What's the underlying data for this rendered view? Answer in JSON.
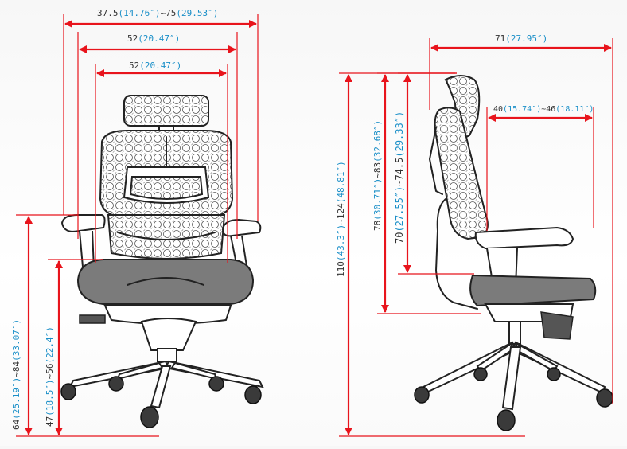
{
  "front": {
    "overall_width": {
      "metric": "37.5",
      "imperial_open": "(14.76″)",
      "sep": "~75",
      "imperial2": "(29.53″)"
    },
    "back_width": {
      "metric": "52",
      "imperial": "(20.47″)"
    },
    "seat_width": {
      "metric": "52",
      "imperial": "(20.47″)"
    },
    "arm_height": {
      "metric": "64",
      "imperial1": "(25.19″)",
      "sep": "~84",
      "imperial2": "(33.07″)"
    },
    "seat_height": {
      "metric": "47",
      "imperial1": "(18.5″)",
      "sep": "~56",
      "imperial2": "(22.4″)"
    }
  },
  "side": {
    "depth": {
      "metric": "71",
      "imperial": "(27.95″)"
    },
    "arm_depth": {
      "metric": "40",
      "imperial1": "(15.74″)",
      "sep": "~46",
      "imperial2": "(18.11″)"
    },
    "total_height": {
      "metric": "110",
      "imperial1": "(43.3″)",
      "sep": "~124",
      "imperial2": "(48.81″)"
    },
    "back_height_1": {
      "metric": "78",
      "imperial1": "(30.71″)",
      "sep": "~83",
      "imperial2": "(32.68″)"
    },
    "back_height_2": {
      "metric": "70",
      "imperial1": "(27.55″)",
      "sep": "~74.5",
      "imperial2": "(29.33″)"
    }
  },
  "colors": {
    "dimension_line": "#e8141c",
    "imperial_text": "#1a8fc8",
    "metric_text": "#333333",
    "seat": "#7b7b7b"
  }
}
